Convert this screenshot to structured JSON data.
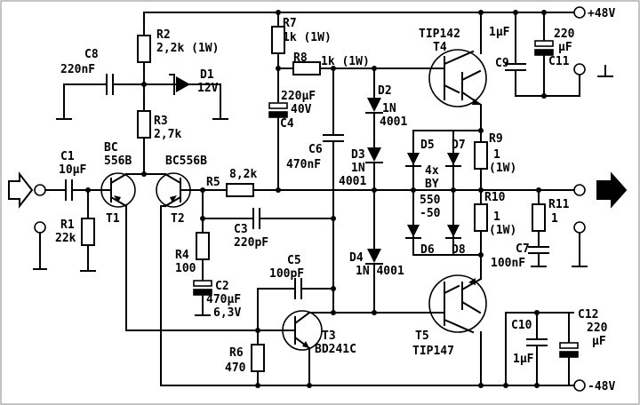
{
  "rails": {
    "positive": "+48V",
    "negative": "-48V"
  },
  "components": {
    "C8": {
      "ref": "C8",
      "value": "220nF"
    },
    "R2": {
      "ref": "R2",
      "value": "2,2k (1W)"
    },
    "D1": {
      "ref": "D1",
      "value": "12V"
    },
    "R3": {
      "ref": "R3",
      "value": "2,7k"
    },
    "C1": {
      "ref": "C1",
      "value": "10µF"
    },
    "R1": {
      "ref": "R1",
      "value": "22k"
    },
    "T1": {
      "type": "BC",
      "type2": "556B",
      "ref": "T1"
    },
    "T2": {
      "type": "BC556B",
      "ref": "T2"
    },
    "R5": {
      "ref": "R5",
      "value": "8,2k"
    },
    "R7": {
      "ref": "R7",
      "value": "1k (1W)"
    },
    "R8": {
      "ref": "R8",
      "value": "1k (1W)"
    },
    "C4": {
      "value": "220µF",
      "value2": "40V",
      "ref": "C4"
    },
    "C6": {
      "ref": "C6",
      "value": "470nF"
    },
    "D2": {
      "ref": "D2",
      "value": "1N",
      "value2": "4001"
    },
    "D3": {
      "ref": "D3",
      "value": "1N",
      "value2": "4001"
    },
    "D4": {
      "ref": "D4",
      "value": "1N 4001"
    },
    "T4": {
      "type": "TIP142",
      "ref": "T4"
    },
    "C9": {
      "value": "1µF",
      "ref": "C9"
    },
    "C11": {
      "value": "220",
      "value2": "µF",
      "ref": "C11"
    },
    "D5": {
      "ref": "D5"
    },
    "D6": {
      "ref": "D6"
    },
    "D7": {
      "ref": "D7"
    },
    "D8": {
      "ref": "D8"
    },
    "DBY": {
      "line1": "4x",
      "line2": "BY",
      "line3": "550",
      "line4": "-50"
    },
    "R9": {
      "ref": "R9",
      "value": "1",
      "value2": "(1W)"
    },
    "R10": {
      "ref": "R10",
      "value": "1",
      "value2": "(1W)"
    },
    "R11": {
      "ref": "R11",
      "value": "1"
    },
    "C7": {
      "ref": "C7",
      "value": "100nF"
    },
    "C3": {
      "ref": "C3",
      "value": "220pF"
    },
    "R4": {
      "ref": "R4",
      "value": "100"
    },
    "C2": {
      "ref": "C2",
      "value": "470µF",
      "value2": "6,3V"
    },
    "C5": {
      "ref": "C5",
      "value": "100pF"
    },
    "T3": {
      "ref": "T3",
      "type": "BD241C"
    },
    "R6": {
      "ref": "R6",
      "value": "470"
    },
    "T5": {
      "ref": "T5",
      "type": "TIP147"
    },
    "C10": {
      "ref": "C10",
      "value": "1µF"
    },
    "C12": {
      "ref": "C12",
      "value": "220",
      "value2": "µF"
    }
  }
}
